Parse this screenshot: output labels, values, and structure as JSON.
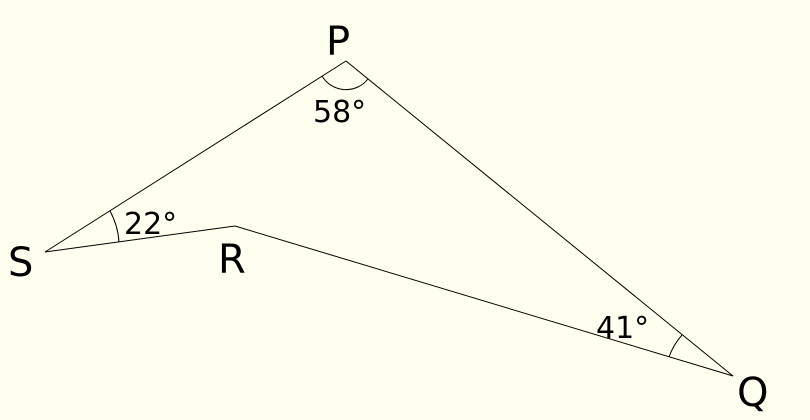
{
  "diagram": {
    "background": "#fffff0",
    "vertices": {
      "P": "P",
      "Q": "Q",
      "R": "R",
      "S": "S"
    },
    "angles": {
      "P": "58°",
      "S": "22°",
      "Q": "41°"
    }
  }
}
